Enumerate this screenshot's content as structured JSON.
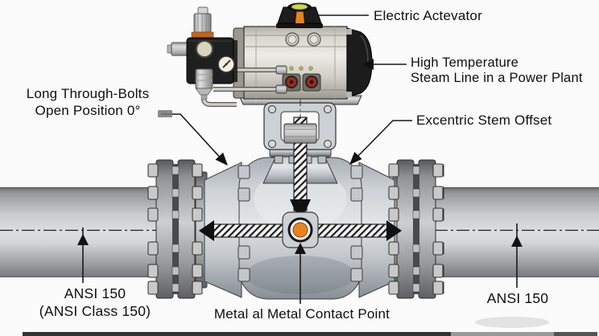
{
  "diagram": {
    "labels": {
      "electric_actuator": "Electric Actevator",
      "high_temp_line1": "High Temperature",
      "high_temp_line2": "Steam Line in a Power Plant",
      "through_bolts_line1": "Long Through-Bolts",
      "through_bolts_line2": "Open Position 0°",
      "stem_offset": "Excentric Stem Offset",
      "ansi_left_line1": "ANSI 150",
      "ansi_left_line2": "(ANSI Class 150)",
      "ansi_right": "ANSI 150",
      "contact_point": "Metal al Metal Contact Point"
    },
    "colors": {
      "accent_orange": "#E8831F",
      "indicator_yellow_green": "#CDD74F",
      "port_red": "#9C2D1E",
      "pipe_gray": "#C9CBCD",
      "line_black": "#1A1A1A"
    }
  }
}
